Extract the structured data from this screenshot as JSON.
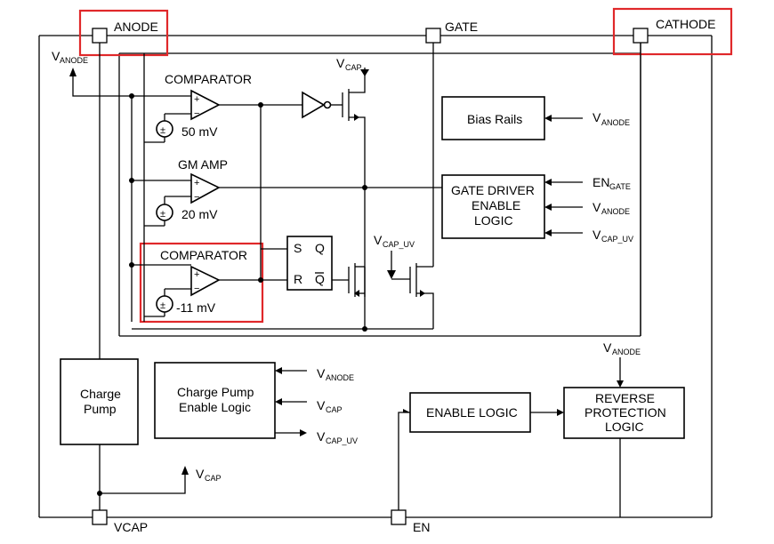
{
  "pins": {
    "anode": "ANODE",
    "gate": "GATE",
    "cathode": "CATHODE",
    "vcap": "VCAP",
    "en": "EN"
  },
  "labels": {
    "v_anode_main": "V",
    "v_anode_main_sub": "ANODE",
    "vcap_top": "V",
    "vcap_top_sub": "CAP",
    "vcap_uv": "V",
    "vcap_uv_sub": "CAP_UV",
    "comparator1": "COMPARATOR",
    "gm_amp": "GM AMP",
    "comparator2": "COMPARATOR",
    "src1": "50 mV",
    "src2": "20 mV",
    "src3": "-11 mV",
    "plus": "+",
    "minus": "−",
    "pm": "±",
    "sr_s": "S",
    "sr_r": "R",
    "sr_q": "Q",
    "sr_qbar": "Q",
    "vcap_bottom": "V",
    "vcap_bottom_sub": "CAP"
  },
  "blocks": {
    "bias_rails": "Bias Rails",
    "gate_driver_l1": "GATE DRIVER",
    "gate_driver_l2": "ENABLE",
    "gate_driver_l3": "LOGIC",
    "charge_pump_l1": "Charge",
    "charge_pump_l2": "Pump",
    "cp_enable_l1": "Charge Pump",
    "cp_enable_l2": "Enable Logic",
    "enable_logic": "ENABLE LOGIC",
    "reverse_l1": "REVERSE",
    "reverse_l2": "PROTECTION",
    "reverse_l3": "LOGIC"
  },
  "inputs": {
    "bias_v": "V",
    "bias_v_sub": "ANODE",
    "gd_en": "EN",
    "gd_en_sub": "GATE",
    "gd_vanode": "V",
    "gd_vanode_sub": "ANODE",
    "gd_vcapuv": "V",
    "gd_vcapuv_sub": "CAP_UV",
    "cp_vanode": "V",
    "cp_vanode_sub": "ANODE",
    "cp_vcap": "V",
    "cp_vcap_sub": "CAP",
    "cp_vcapuv": "V",
    "cp_vcapuv_sub": "CAP_UV",
    "rev_vanode": "V",
    "rev_vanode_sub": "ANODE"
  },
  "colors": {
    "wire": "#000000",
    "highlight": "#e0282a",
    "background": "#ffffff"
  }
}
